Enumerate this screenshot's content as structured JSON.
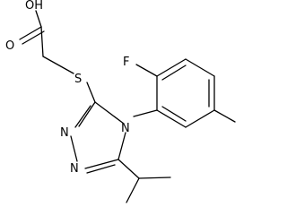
{
  "molecule": {
    "atoms": {
      "hydroxyl": "OH",
      "carbonyl_o": "O",
      "sulfur": "S",
      "fluorine": "F",
      "n1": "N",
      "n2": "N",
      "n4": "N"
    },
    "colors": {
      "ink": "#000000",
      "background": "#ffffff"
    }
  }
}
